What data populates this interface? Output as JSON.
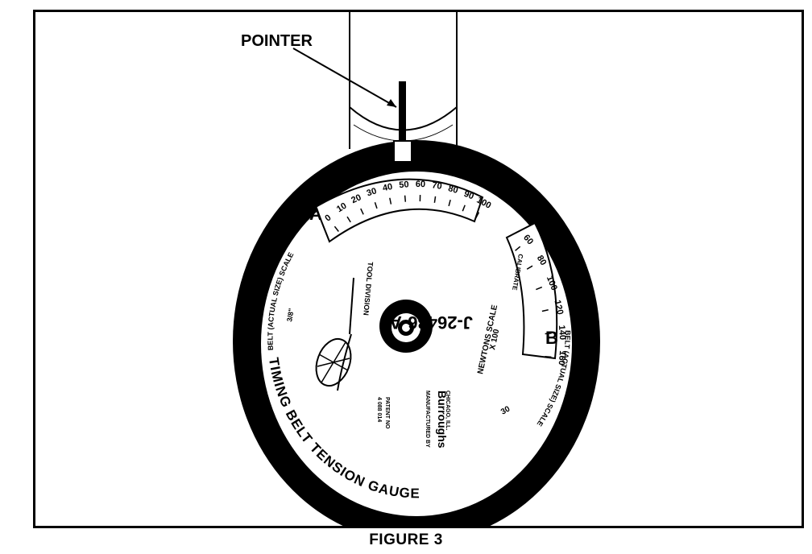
{
  "figure": {
    "caption": "FIGURE 3",
    "pointer_label": "POINTER"
  },
  "gauge": {
    "outer_ring_text": "TIMING BELT TENSION GAUGE",
    "part_number": "J-26486-A",
    "scale_a_label": "A",
    "scale_b_label": "B",
    "belt_scale_a": "BELT (ACTUAL SIZE) SCALE",
    "belt_scale_b": "BELT (ACTUAL SIZE) SCALE",
    "newtons_scale": "NEWTONS SCALE",
    "newtons_multiplier": "X 100",
    "calibrate": "CALIBRATE",
    "tool_division": "TOOL DIVISION",
    "patent_line1": "PATENT NO",
    "patent_line2": "4 088 014",
    "made_in": "MANUFACTURED BY",
    "made_in_city": "CHICAGO, ILL.",
    "manufacturer_logo": "Burroughs",
    "belt_width_a": "3/8\"",
    "belt_width_b": "30",
    "scale_a_ticks": [
      "0",
      "10",
      "20",
      "30",
      "40",
      "50",
      "60",
      "70",
      "80",
      "90",
      "100"
    ],
    "scale_b_ticks": [
      "60",
      "80",
      "100",
      "120",
      "140",
      "160"
    ]
  }
}
